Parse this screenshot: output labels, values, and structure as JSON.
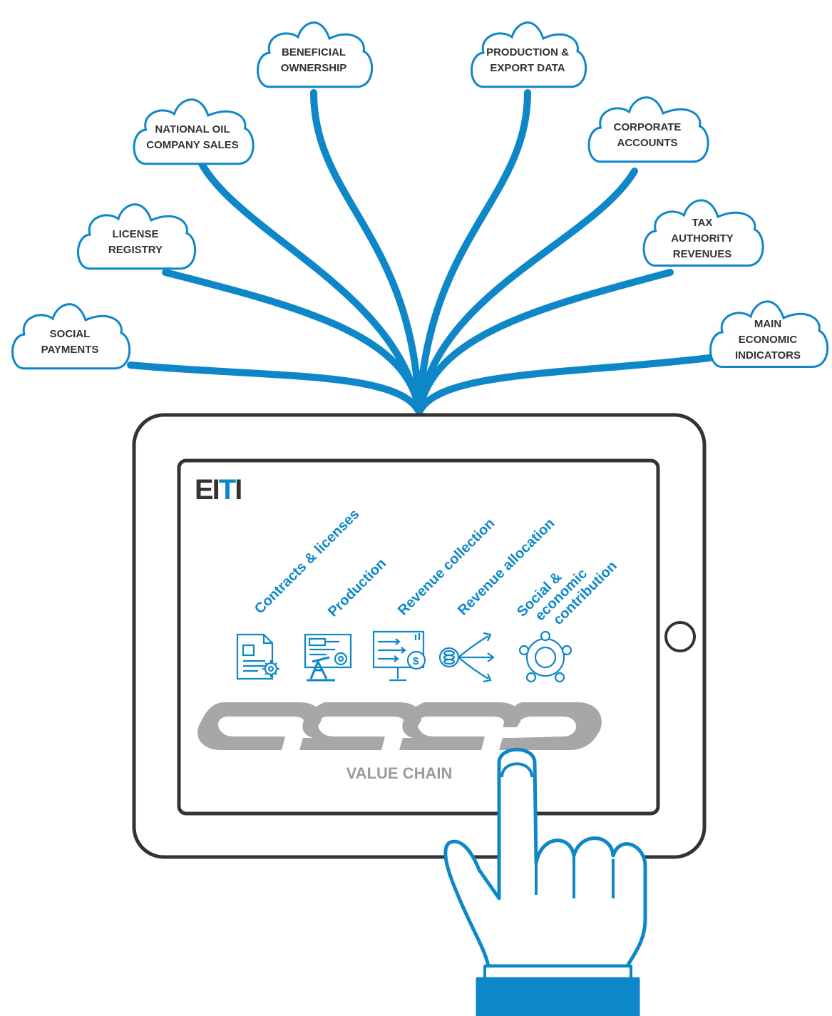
{
  "colors": {
    "accent": "#0e87c9",
    "dark": "#333333",
    "chain": "#a7a7a7",
    "chain_text": "#9b9b9b"
  },
  "clouds": [
    {
      "id": "social-payments",
      "lines": [
        "SOCIAL",
        "PAYMENTS"
      ]
    },
    {
      "id": "license-registry",
      "lines": [
        "LICENSE",
        "REGISTRY"
      ]
    },
    {
      "id": "national-oil-company-sales",
      "lines": [
        "NATIONAL OIL",
        "COMPANY SALES"
      ]
    },
    {
      "id": "beneficial-ownership",
      "lines": [
        "BENEFICIAL",
        "OWNERSHIP"
      ]
    },
    {
      "id": "production-export-data",
      "lines": [
        "PRODUCTION &",
        "EXPORT DATA"
      ]
    },
    {
      "id": "corporate-accounts",
      "lines": [
        "CORPORATE",
        "ACCOUNTS"
      ]
    },
    {
      "id": "tax-authority-revenues",
      "lines": [
        "TAX",
        "AUTHORITY",
        "REVENUES"
      ]
    },
    {
      "id": "main-economic-indicators",
      "lines": [
        "MAIN",
        "ECONOMIC",
        "INDICATORS"
      ]
    }
  ],
  "logo": {
    "part1": "EI",
    "part2": "T",
    "part3": "I"
  },
  "stages": [
    {
      "id": "contracts-licenses",
      "lines": [
        "Contracts & licenses"
      ],
      "icon": "contract-gear-icon"
    },
    {
      "id": "production",
      "lines": [
        "Production"
      ],
      "icon": "oil-pump-board-icon"
    },
    {
      "id": "revenue-collection",
      "lines": [
        "Revenue collection"
      ],
      "icon": "monitor-dollar-icon"
    },
    {
      "id": "revenue-allocation",
      "lines": [
        "Revenue allocation"
      ],
      "icon": "coins-arrows-icon"
    },
    {
      "id": "social-economic",
      "lines": [
        "Social &",
        "economic",
        "contribution"
      ],
      "icon": "people-circle-icon"
    }
  ],
  "chain_label": "VALUE CHAIN",
  "icons": {
    "tablet": "tablet-icon",
    "home_button": "home-button-icon",
    "hand": "pointing-hand-icon",
    "chain": "chain-links-icon"
  }
}
